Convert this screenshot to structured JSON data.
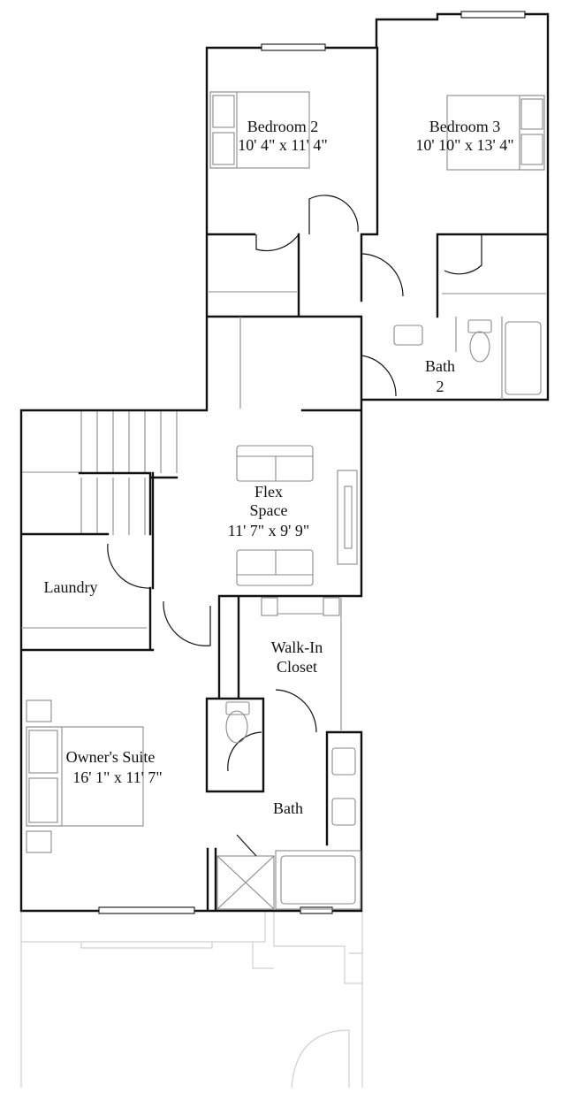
{
  "rooms": {
    "bedroom2": {
      "name": "Bedroom 2",
      "size": "10' 4\" x 11' 4\""
    },
    "bedroom3": {
      "name": "Bedroom 3",
      "size": "10' 10\" x 13' 4\""
    },
    "bath2": {
      "name": "Bath",
      "number": "2"
    },
    "flex": {
      "name_line1": "Flex",
      "name_line2": "Space",
      "size": "11' 7\" x 9' 9\""
    },
    "laundry": {
      "name": "Laundry"
    },
    "walkin": {
      "name_line1": "Walk-In",
      "name_line2": "Closet"
    },
    "owners": {
      "name": "Owner's Suite",
      "size": "16' 1\" x 11' 7\""
    },
    "bath": {
      "name": "Bath"
    }
  }
}
